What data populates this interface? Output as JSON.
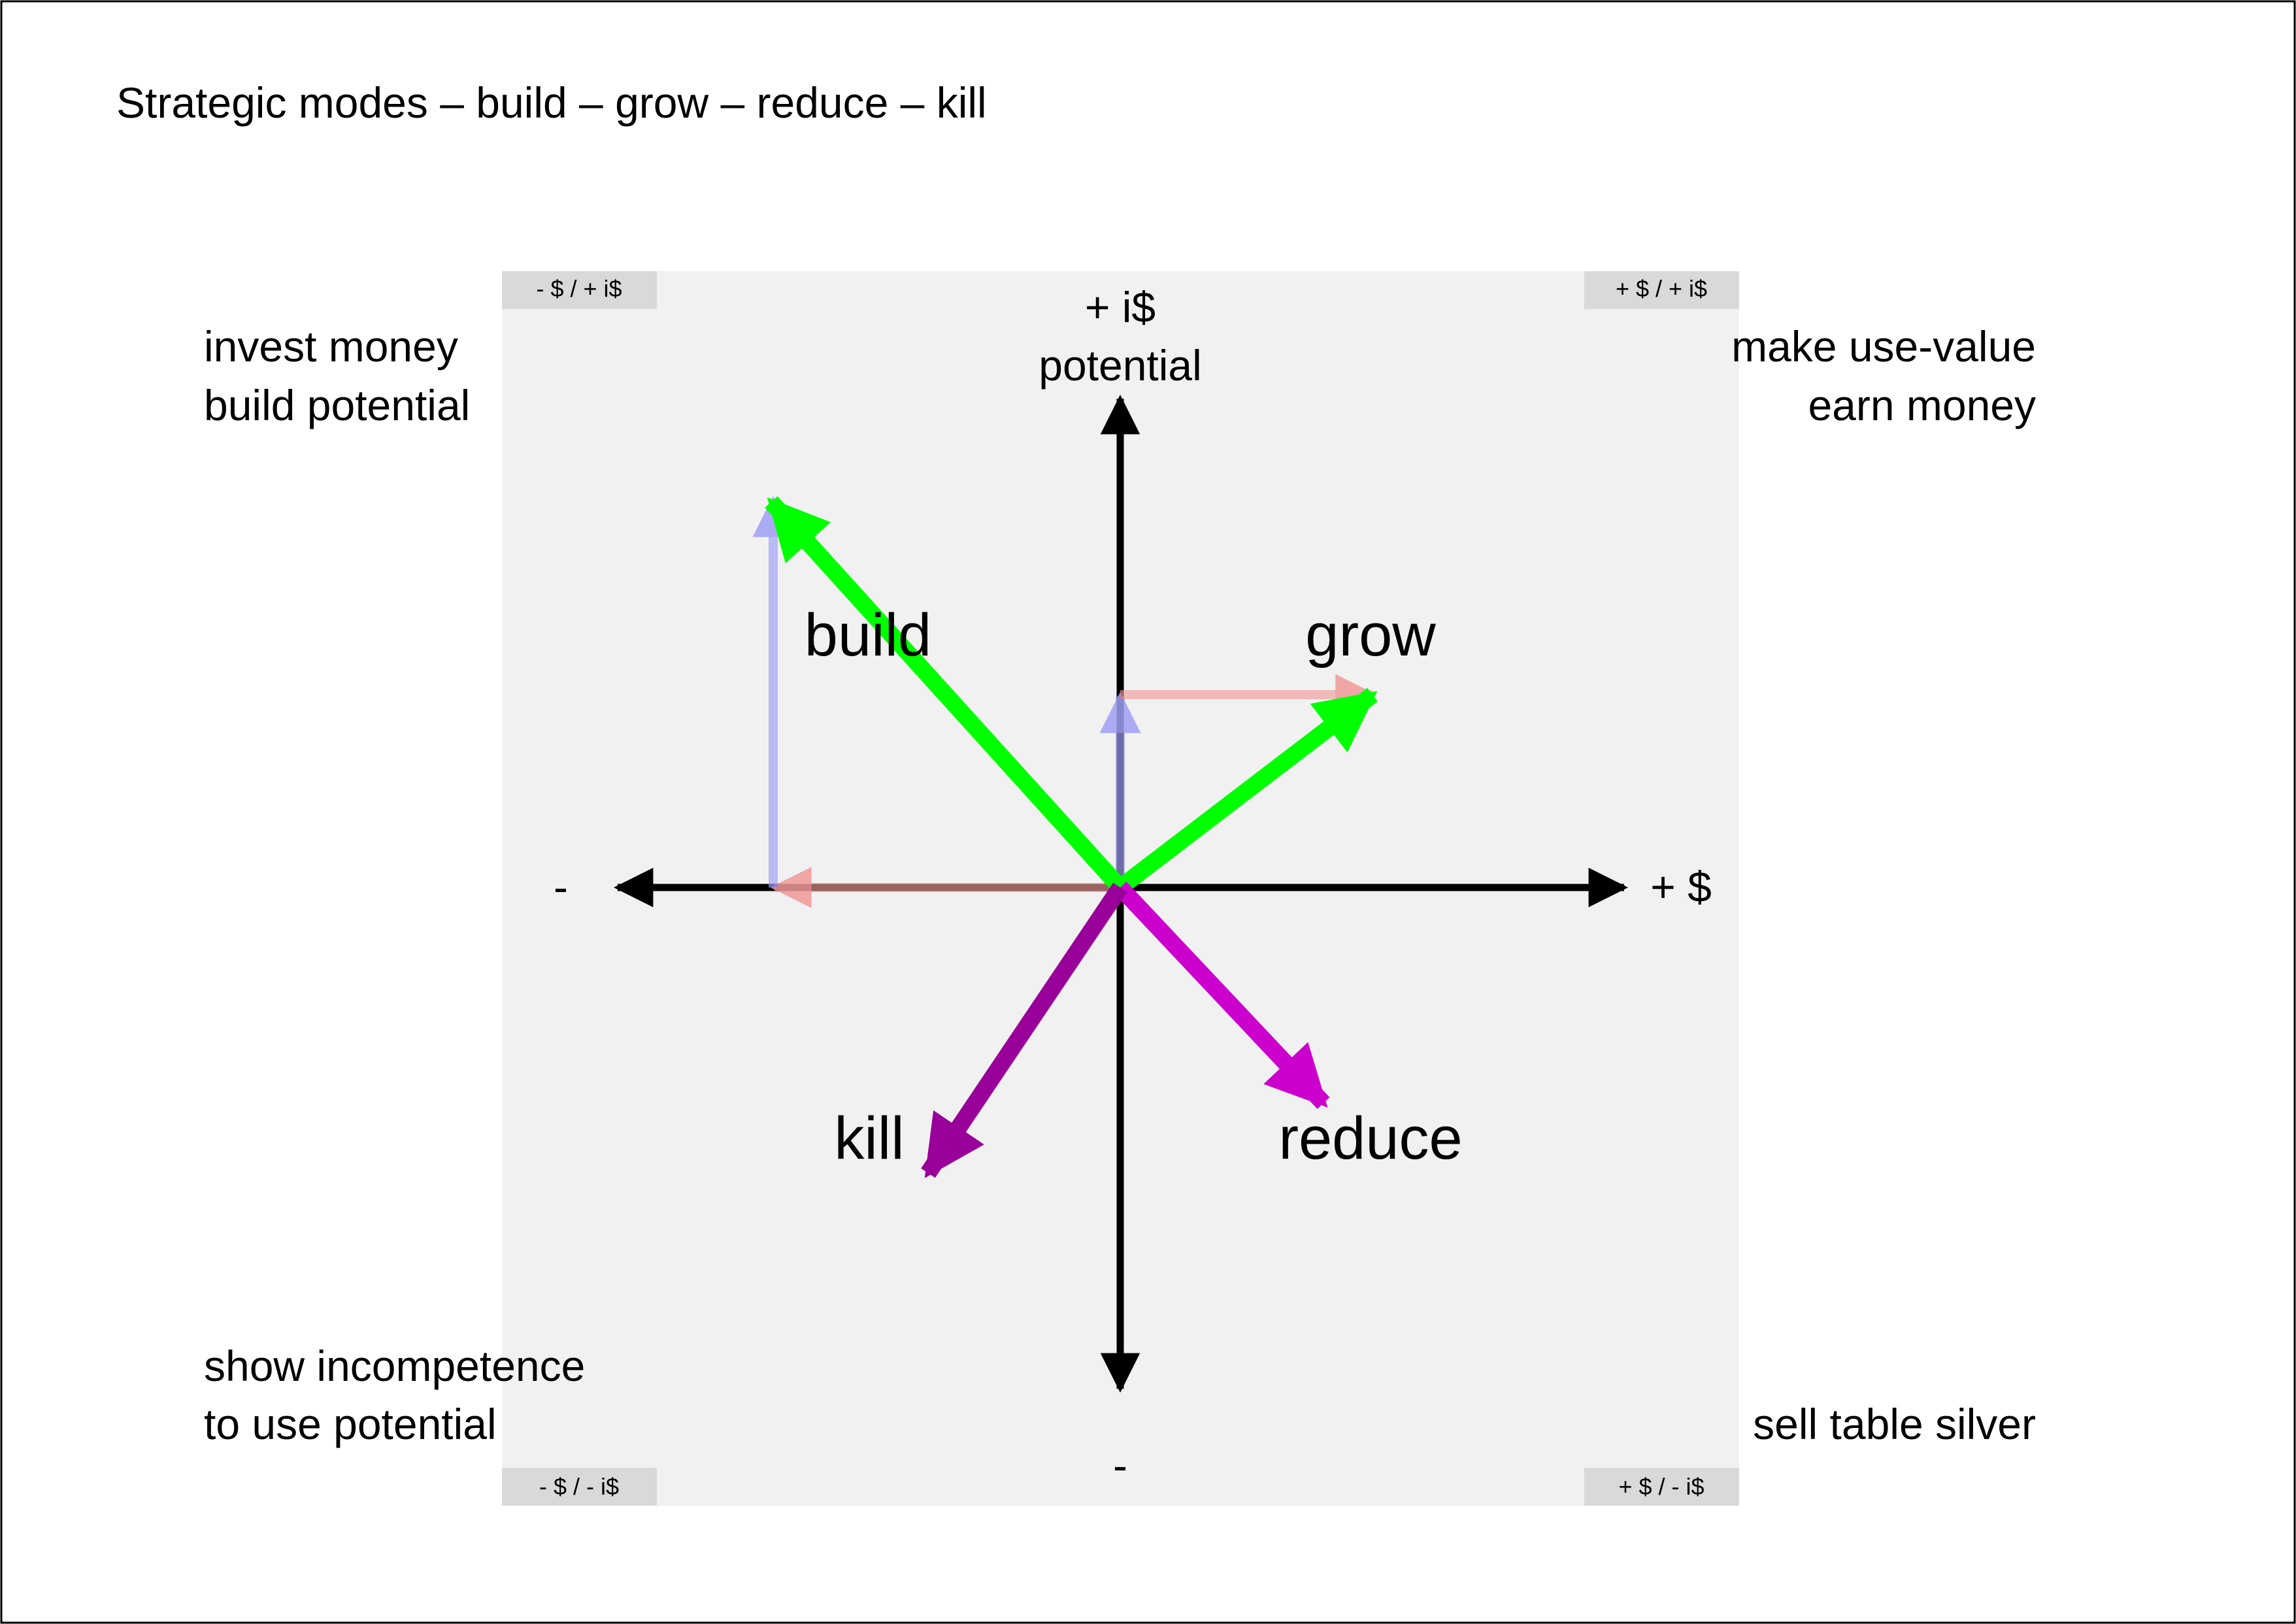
{
  "title": "Strategic modes – build – grow – reduce – kill",
  "axes": {
    "y_top_label": "+ i$",
    "y_top_sub": "potential",
    "y_bottom_label": "-",
    "x_left_label": "-",
    "x_right_label": "+ $"
  },
  "quadrant_tags": {
    "top_left": "- $ / + i$",
    "top_right": "+ $ / + i$",
    "bottom_left": "- $ / - i$",
    "bottom_right": "+ $ / - i$"
  },
  "quadrant_notes": {
    "top_left": [
      "invest money",
      "build potential"
    ],
    "top_right": [
      "make use-value",
      "earn money"
    ],
    "bottom_left": [
      "show incompetence",
      "to use potential"
    ],
    "bottom_right": [
      "sell table silver"
    ]
  },
  "modes": {
    "build": "build",
    "grow": "grow",
    "reduce": "reduce",
    "kill": "kill"
  },
  "colors": {
    "panel": "#f1f1f1",
    "tag": "#d9d9d9",
    "axis": "#000000",
    "positive_arrow": "#00ff00",
    "reduce_arrow": "#cc00cc",
    "kill_arrow": "#990099",
    "money_component": "#f19a9a",
    "potential_component": "#9f9ff5"
  }
}
